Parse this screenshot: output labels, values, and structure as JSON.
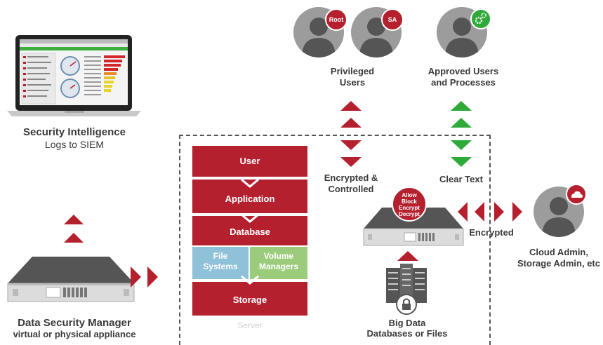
{
  "security_intelligence": {
    "title": "Security Intelligence",
    "subtitle": "Logs to SIEM"
  },
  "dsm": {
    "title": "Data Security Manager",
    "subtitle": "virtual or physical appliance"
  },
  "stack": {
    "user": "User",
    "application": "Application",
    "database": "Database",
    "file_systems": "File Systems",
    "volume_managers": "Volume Managers",
    "storage": "Storage",
    "server": "Server"
  },
  "privileged": {
    "label": "Privileged Users",
    "badge_root": "Root",
    "badge_sa": "SA"
  },
  "approved": {
    "label": "Approved Users and Processes"
  },
  "encrypted_controlled": "Encrypted & Controlled",
  "clear_text": "Clear Text",
  "agent_badge": "Allow Block Encrypt Decrypt",
  "encrypted": "Encrypted",
  "cloud_admin": "Cloud Admin, Storage Admin, etc",
  "big_data": {
    "title": "Big Data",
    "subtitle": "Databases or Files"
  },
  "colors": {
    "brand_red": "#b5202e",
    "green": "#2eaa38",
    "file_blue": "#8fc1d9",
    "volume_green": "#9ccc7b"
  }
}
